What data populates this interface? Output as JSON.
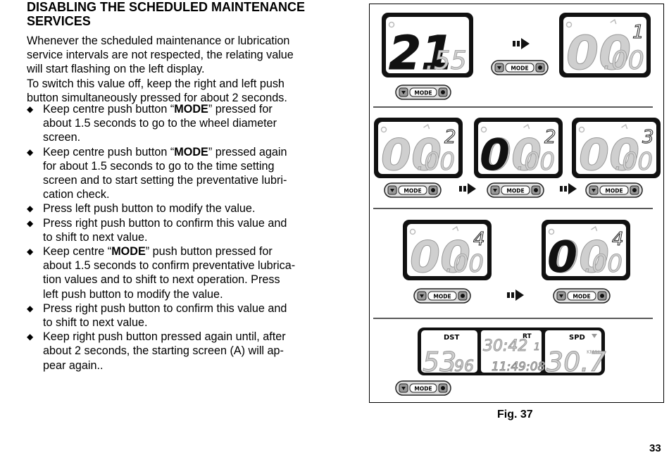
{
  "heading": {
    "line1": "DISABLING THE SCHEDULED MAINTENANCE",
    "line2": "SERVICES"
  },
  "intro": {
    "lines": [
      "Whenever the scheduled maintenance or lubrication",
      "service intervals are not respected, the relating value",
      "will start flashing on the left display.",
      "To switch this value off, keep the right and left push",
      "button simultaneously pressed for about 2 seconds."
    ]
  },
  "steps": [
    {
      "lines": [
        "Keep centre push button “MODE” pressed for",
        "about 1.5 seconds to go to  the wheel diameter",
        "screen."
      ]
    },
    {
      "lines": [
        "Keep centre push button “MODE” pressed again",
        "for about 1.5 seconds to go to the time setting",
        "screen and to start setting the preventative lubri-",
        "cation check."
      ]
    },
    {
      "lines": [
        "Press left push button to modify the value."
      ]
    },
    {
      "lines": [
        "Press right push button to confirm this value and",
        "to shift to next value."
      ]
    },
    {
      "lines": [
        "Keep centre “MODE” push button pressed for",
        "about 1.5 seconds to confirm preventative lubrica-",
        "tion values and to shift to next operation. Press",
        "left push button to modify the value."
      ]
    },
    {
      "lines": [
        "Press right push button to confirm this value and",
        "to shift to next value."
      ]
    },
    {
      "lines": [
        "Keep right push button pressed again until, after",
        "about 2 seconds, the starting screen (A) will ap-",
        "pear again.."
      ]
    }
  ],
  "figure": {
    "caption": "Fig. 37",
    "button_label": "MODE",
    "displays": [
      {
        "id": "d1",
        "big": "21",
        "small": ".55",
        "corner": ""
      },
      {
        "id": "d2",
        "big": "00",
        "small": ".00",
        "corner": "1"
      },
      {
        "id": "d3",
        "big": "00",
        "small": ".00",
        "corner": "2"
      },
      {
        "id": "d4",
        "big": "00",
        "small": ".00",
        "corner": "2"
      },
      {
        "id": "d5",
        "big": "00",
        "small": ".00",
        "corner": "3"
      },
      {
        "id": "d6",
        "big": "00",
        "small": ".00",
        "corner": "4"
      },
      {
        "id": "d7",
        "big": "00",
        "small": ".00",
        "corner": "4"
      }
    ],
    "final_display": {
      "dst_label": "DST",
      "dst_big": "53",
      "dst_small": ".96",
      "rt_label": "RT",
      "rt_value": "30:42",
      "rt_small": "1",
      "clock": "11:49:08",
      "spd_label": "SPD",
      "spd_value": "30.7",
      "spd_unit": "KM/H"
    }
  },
  "page_number": "33"
}
